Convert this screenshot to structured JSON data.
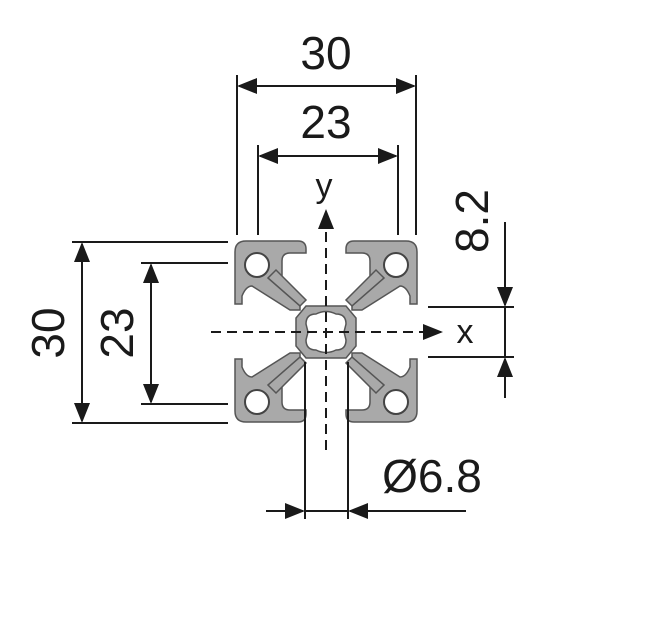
{
  "dimensions": {
    "outer_width": "30",
    "inner_width": "23",
    "outer_height": "30",
    "inner_height": "23",
    "slot_offset": "8.2",
    "bore_diameter": "Ø6.8"
  },
  "axes": {
    "x": "x",
    "y": "y"
  },
  "colors": {
    "line": "#1a1a1a",
    "profile_fill": "#a9a9a9",
    "profile_edge": "#555555",
    "highlight": "#d6d6d6"
  }
}
